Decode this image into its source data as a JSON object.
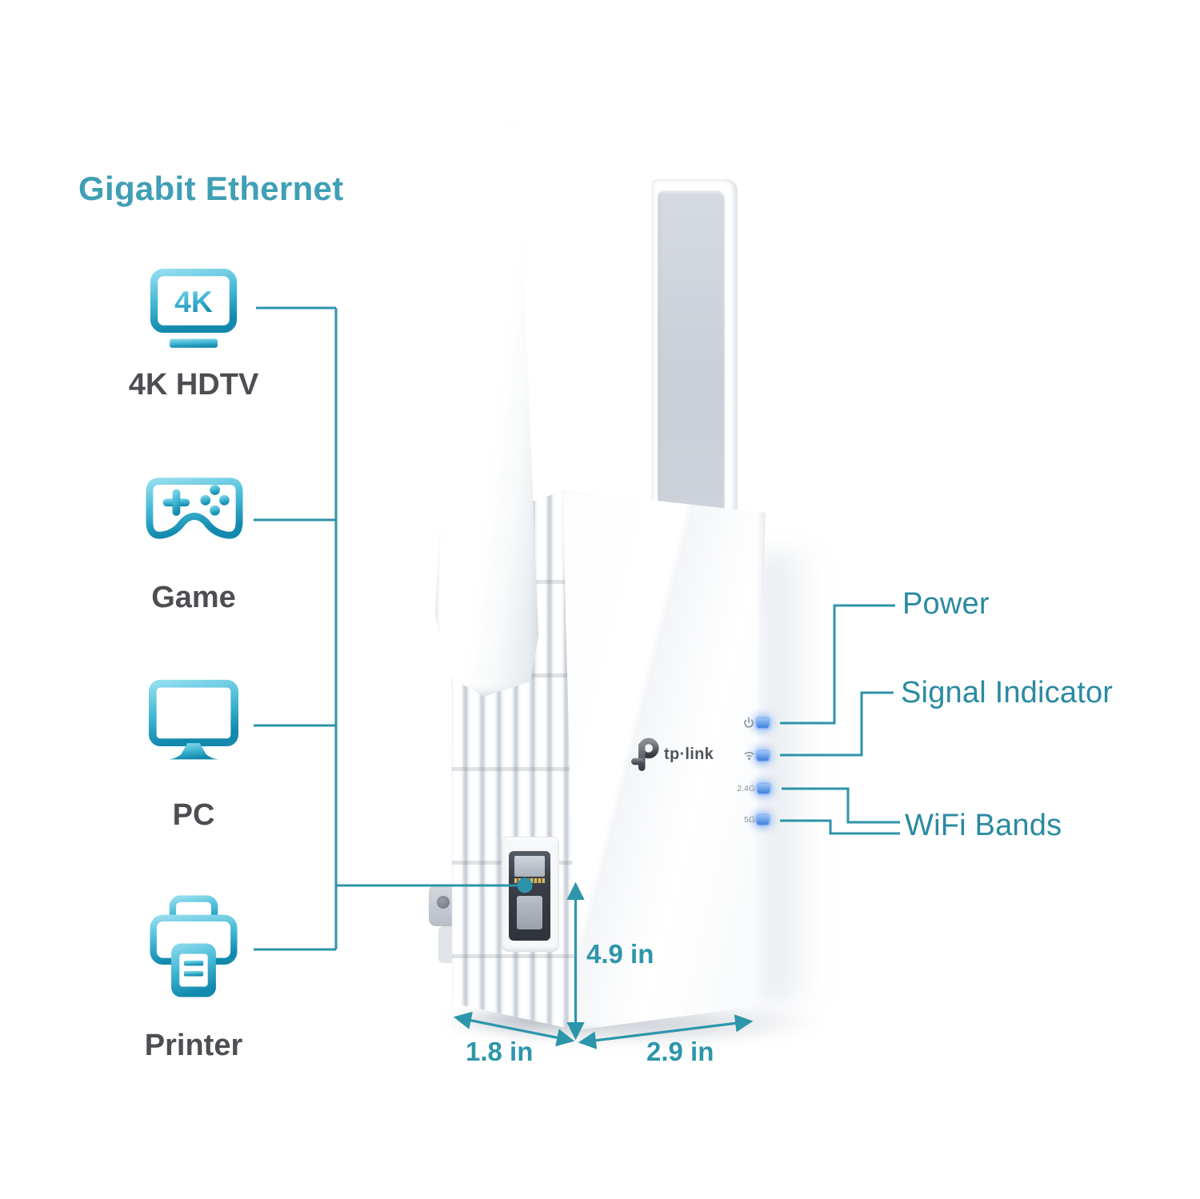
{
  "title": {
    "text": "Gigabit Ethernet"
  },
  "brand": {
    "logo_text": "tp·link"
  },
  "connected_devices": [
    {
      "label": "4K HDTV",
      "icon": "tv-4k-icon",
      "badge": "4K"
    },
    {
      "label": "Game",
      "icon": "gamepad-icon"
    },
    {
      "label": "PC",
      "icon": "monitor-icon"
    },
    {
      "label": "Printer",
      "icon": "printer-icon"
    }
  ],
  "led_panel": {
    "leds": [
      {
        "name": "power",
        "symbol": "power-icon"
      },
      {
        "name": "signal",
        "symbol": "wifi-icon"
      },
      {
        "name": "band-2.4g",
        "symbol_text": "2.4G"
      },
      {
        "name": "band-5g",
        "symbol_text": "5G"
      }
    ]
  },
  "callouts": {
    "power": "Power",
    "signal": "Signal Indicator",
    "wifi_bands": "WiFi Bands"
  },
  "dimensions": {
    "height": "4.9 in",
    "depth": "1.8 in",
    "width": "2.9 in"
  },
  "colors": {
    "title_teal": "#3f9fb5",
    "callout_teal": "#2a8aa2",
    "line_teal": "#2e93a9",
    "dimension_teal": "#2d96aa",
    "caption_gray": "#4c4e52",
    "icon_gradient_top": "#92dcee",
    "icon_gradient_bottom": "#1289ad",
    "led_blue": "#3e7fe0",
    "led_label_gray": "#8b9199"
  }
}
